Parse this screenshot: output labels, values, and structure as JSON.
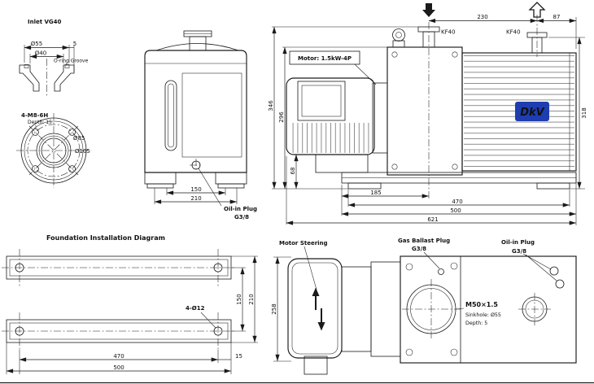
{
  "colors": {
    "line": "#1a1a1a",
    "background": "#ffffff",
    "logo_bg": "#1d3db0",
    "logo_fg": "#ffd400"
  },
  "inlet_detail": {
    "title": "Inlet VG40",
    "dia55": "Ø55",
    "edge5": "5",
    "dia40": "Ø40",
    "oring": "O-ring Groove",
    "bolts": "4-M8-6H",
    "bolt_depth": "Depth: 15",
    "dia85": "Ø85",
    "dia105": "Ø105"
  },
  "front_view": {
    "dim150": "150",
    "dim210": "210",
    "oil_plug": "Oil-in Plug",
    "oil_thread": "G3/8"
  },
  "side_view": {
    "dim230": "230",
    "dim87": "87",
    "kf40_left": "KF40",
    "kf40_right": "KF40",
    "motor": "Motor: 1.5kW-4P",
    "dim346": "346",
    "dim296": "296",
    "dim68": "68",
    "dim318": "318",
    "dim185": "185",
    "dim470": "470",
    "dim500": "500",
    "dim621": "621",
    "logo": "DkV"
  },
  "foundation": {
    "title": "Foundation Installation Diagram",
    "dim150": "150",
    "dim210": "210",
    "holes": "4-Ø12",
    "dim470": "470",
    "dim15": "15",
    "dim500": "500"
  },
  "top_view": {
    "motor_steering": "Motor Steering",
    "gas_ballast": "Gas Ballast Plug",
    "gas_thread": "G3/8",
    "oil_plug": "Oil-in Plug",
    "oil_thread": "G3/8",
    "m50": "M50×1.5",
    "sinkhole": "Sinkhole: Ø55",
    "depth": "Depth: 5",
    "dim258": "258"
  }
}
